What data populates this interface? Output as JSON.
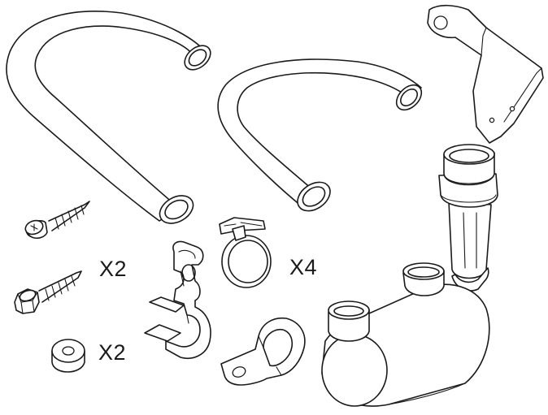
{
  "quantities": {
    "screw_b": "X2",
    "hose_clamp": "X4",
    "washer": "X2"
  },
  "colors": {
    "line": "#1a1a1a",
    "background": "#ffffff"
  }
}
